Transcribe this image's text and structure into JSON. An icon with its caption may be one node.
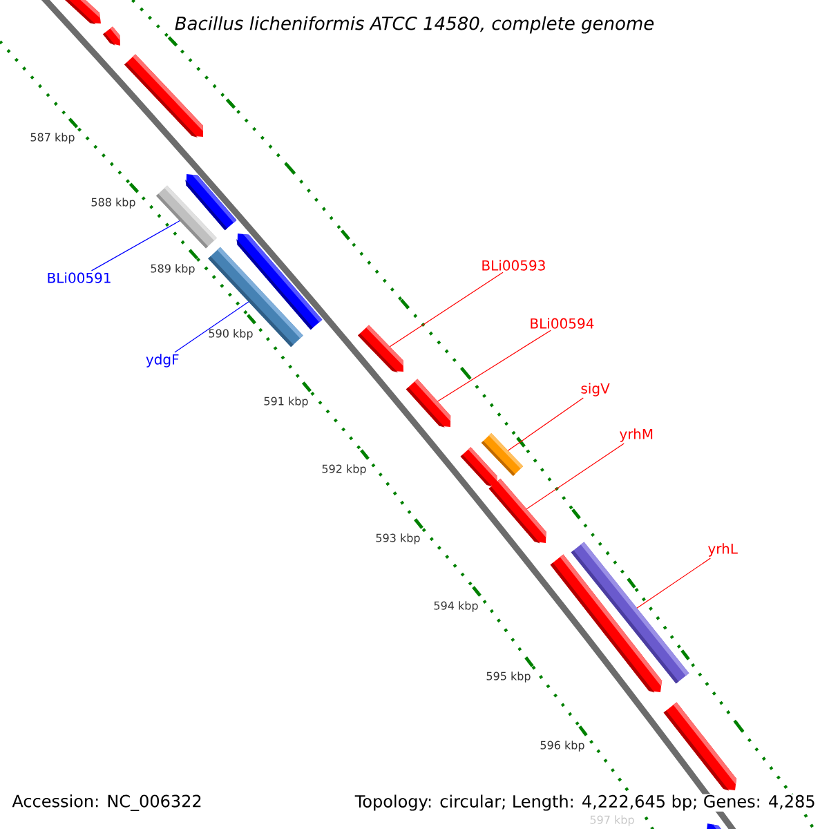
{
  "diagram": {
    "title": "Bacillus licheniformis ATCC 14580, complete genome",
    "nodes": [
      {
        "text": [
          "BLi00591"
        ]
      },
      {
        "text": [
          "ydgF"
        ]
      },
      {
        "text": [
          "BLi00593"
        ]
      },
      {
        "text": [
          "BLi00594"
        ]
      },
      {
        "text": [
          "sigV"
        ]
      },
      {
        "text": [
          "yrhM"
        ]
      },
      {
        "text": [
          "yrhL"
        ]
      },
      {
        "text": [],
        "shape": "bar"
      },
      {
        "text": [],
        "shape": "bar"
      },
      {
        "text": [],
        "shape": "bar"
      },
      {
        "text": [],
        "shape": "bar"
      },
      {
        "text": [],
        "shape": "bar"
      },
      {
        "text": [],
        "shape": "bar"
      },
      {
        "text": [],
        "shape": "bar"
      }
    ],
    "edges": [
      {
        "from": 0,
        "to": 7,
        "arrow": "none",
        "color": "#0000ff"
      },
      {
        "from": 1,
        "to": 8,
        "arrow": "none",
        "color": "#0000ff"
      },
      {
        "from": 2,
        "to": 9,
        "arrow": "none"
      },
      {
        "from": 3,
        "to": 10,
        "arrow": "none"
      },
      {
        "from": 4,
        "to": 11,
        "arrow": "none"
      },
      {
        "from": 5,
        "to": 12,
        "arrow": "none"
      },
      {
        "from": 6,
        "to": 13,
        "arrow": "none"
      }
    ],
    "labels": [
      "587 kbp",
      "588 kbp",
      "589 kbp",
      "590 kbp",
      "591 kbp",
      "592 kbp",
      "593 kbp",
      "594 kbp",
      "595 kbp",
      "596 kbp",
      "597 kbp",
      "Accession: NC_006322",
      "Topology: circular; Length: 4,222,645 bp; Genes: 4,285"
    ]
  }
}
